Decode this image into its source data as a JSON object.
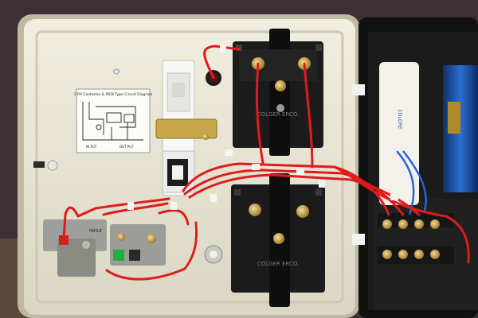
{
  "diagram_label": {
    "title": "1 PH Contactor & MCB Type Circuit Diagram",
    "input": "IN PUT",
    "output": "OUT PUT"
  },
  "contactor_brand": "COLGER ERCO.",
  "capacitor_brand": "COLGRE",
  "relay_brand": "PAHLE",
  "colors": {
    "enclosure": "#e9e6d6",
    "enclosure_shadow": "#c9c4b0",
    "wire_red": "#e01b1b",
    "wire_blue": "#2b63d9",
    "contactor_body": "#151515",
    "capacitor_blue": "#1c4fa1",
    "terminal_brass": "#c8a44c"
  }
}
